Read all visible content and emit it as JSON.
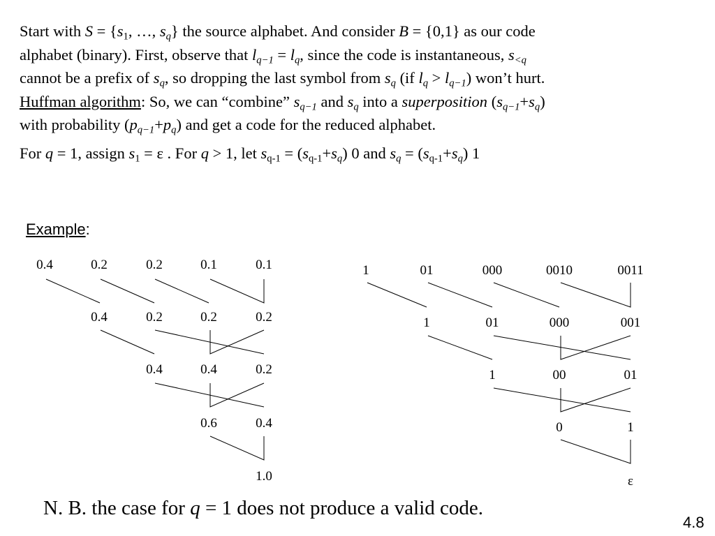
{
  "text": {
    "l1": {
      "a": "Start with ",
      "S": "S",
      "b": " = {",
      "s1": "s",
      "s1_sub": "1",
      "c": ", …, ",
      "sq": "s",
      "sq_sub": "q",
      "d": "}  the source alphabet.  And consider ",
      "B": "B",
      "e": " = {0,1} as our code"
    },
    "l2": {
      "a": "alphabet (binary).  First, observe that ",
      "l1": "l",
      "l1_sub": "q−1",
      "b": " = ",
      "l2": "l",
      "l2_sub": "q",
      "c": ", since the code is instantaneous, ",
      "s": "s",
      "s_sub": "<q"
    },
    "l3": {
      "a": "cannot be a prefix of ",
      "s1": "s",
      "s1_sub": "q",
      "b": ", so dropping the last symbol from ",
      "s2": "s",
      "s2_sub": "q",
      "c": " (if ",
      "l1": "l",
      "l1_sub": "q",
      "d": " > ",
      "l2": "l",
      "l2_sub": "q−1",
      "e": ") won’t hurt."
    },
    "l4": {
      "u": "Huffman algorithm",
      "a": ": So, we can “combine” ",
      "s1": "s",
      "s1_sub": "q−1",
      "b": " and ",
      "s2": "s",
      "s2_sub": "q",
      "c": " into a ",
      "em": "superposition",
      "d": " (",
      "s3": "s",
      "s3_sub": "q−1",
      "e": "+",
      "s4": "s",
      "s4_sub": "q",
      "f": ")"
    },
    "l5": {
      "a": "with probability (",
      "p1": "p",
      "p1_sub": "q−1",
      "b": "+",
      "p2": "p",
      "p2_sub": "q",
      "c": ") and get a code for the reduced alphabet."
    },
    "l6": {
      "a": "For ",
      "q1": "q",
      "b": " = 1, assign ",
      "s1": "s",
      "s1_sub": "1",
      "c": " = ε .  For ",
      "q2": "q",
      "d": " > 1, let ",
      "s2": "s",
      "s2_sub": "q-1",
      "e": " = (",
      "s3": "s",
      "s3_sub": "q-1",
      "f": "+",
      "s4": "s",
      "s4_sub": "q",
      "g": ") 0 and ",
      "s5": "s",
      "s5_sub": "q",
      "h": " = (",
      "s6": "s",
      "s6_sub": "q-1",
      "i": "+",
      "s7": "s",
      "s7_sub": "q",
      "j": ") 1"
    }
  },
  "example_label": "Example",
  "example_colon": ":",
  "left_tree": {
    "levels": [
      [
        "0.4",
        "0.2",
        "0.2",
        "0.1",
        "0.1"
      ],
      [
        "0.4",
        "0.2",
        "0.2",
        "0.2"
      ],
      [
        "0.4",
        "0.4",
        "0.2"
      ],
      [
        "0.6",
        "0.4"
      ],
      [
        "1.0"
      ]
    ]
  },
  "right_tree": {
    "levels": [
      [
        "1",
        "01",
        "000",
        "0010",
        "0011"
      ],
      [
        "1",
        "01",
        "000",
        "001"
      ],
      [
        "1",
        "00",
        "01"
      ],
      [
        "0",
        "1"
      ],
      [
        "ε"
      ]
    ]
  },
  "note": {
    "a": "N. B. the case for ",
    "q": "q",
    "b": " = 1 does not produce a valid code."
  },
  "slide_number": "4.8"
}
